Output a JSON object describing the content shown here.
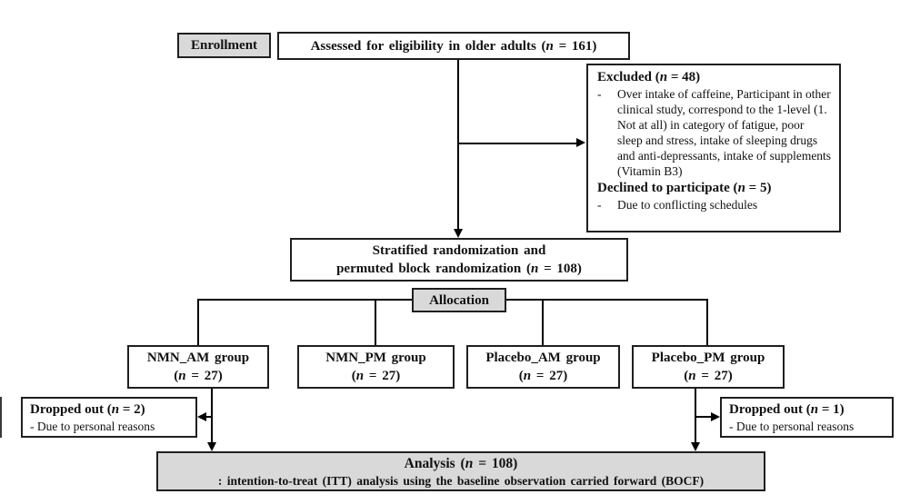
{
  "figure": {
    "type": "consort-flow-diagram"
  },
  "colors": {
    "box_gray": "#d9d9d9",
    "border": "#1f1f1f",
    "line": "#000000",
    "background": "#ffffff"
  },
  "enrollment": {
    "label": "Enrollment"
  },
  "assessed": {
    "label": "Assessed for eligibility in older adults (n = 161)"
  },
  "excluded": {
    "heading": "Excluded (n = 48)",
    "bullet": "-",
    "reason": "Over intake of caffeine, Participant in other clinical study, correspond to the 1-level (1. Not at all) in category of fatigue, poor sleep and stress, intake of sleeping drugs and anti-depressants, intake of supplements (Vitamin B3)",
    "declined_heading": "Declined to participate (n = 5)",
    "declined_bullet": "-",
    "declined_reason": "Due to conflicting schedules"
  },
  "randomization": {
    "line1": "Stratified randomization and",
    "line2": "permuted block randomization (n = 108)"
  },
  "allocation": {
    "label": "Allocation"
  },
  "groups": [
    {
      "name": "NMN_AM group",
      "n": "(n = 27)"
    },
    {
      "name": "NMN_PM group",
      "n": "(n = 27)"
    },
    {
      "name": "Placebo_AM group",
      "n": "(n = 27)"
    },
    {
      "name": "Placebo_PM group",
      "n": "(n = 27)"
    }
  ],
  "dropout_left": {
    "heading": "Dropped out (n = 2)",
    "reason": "- Due to personal reasons"
  },
  "dropout_right": {
    "heading": "Dropped out (n = 1)",
    "reason": "- Due to personal reasons"
  },
  "analysis": {
    "line1": "Analysis (n = 108)",
    "line2": ": intention-to-treat (ITT) analysis using the baseline observation carried forward (BOCF)"
  }
}
